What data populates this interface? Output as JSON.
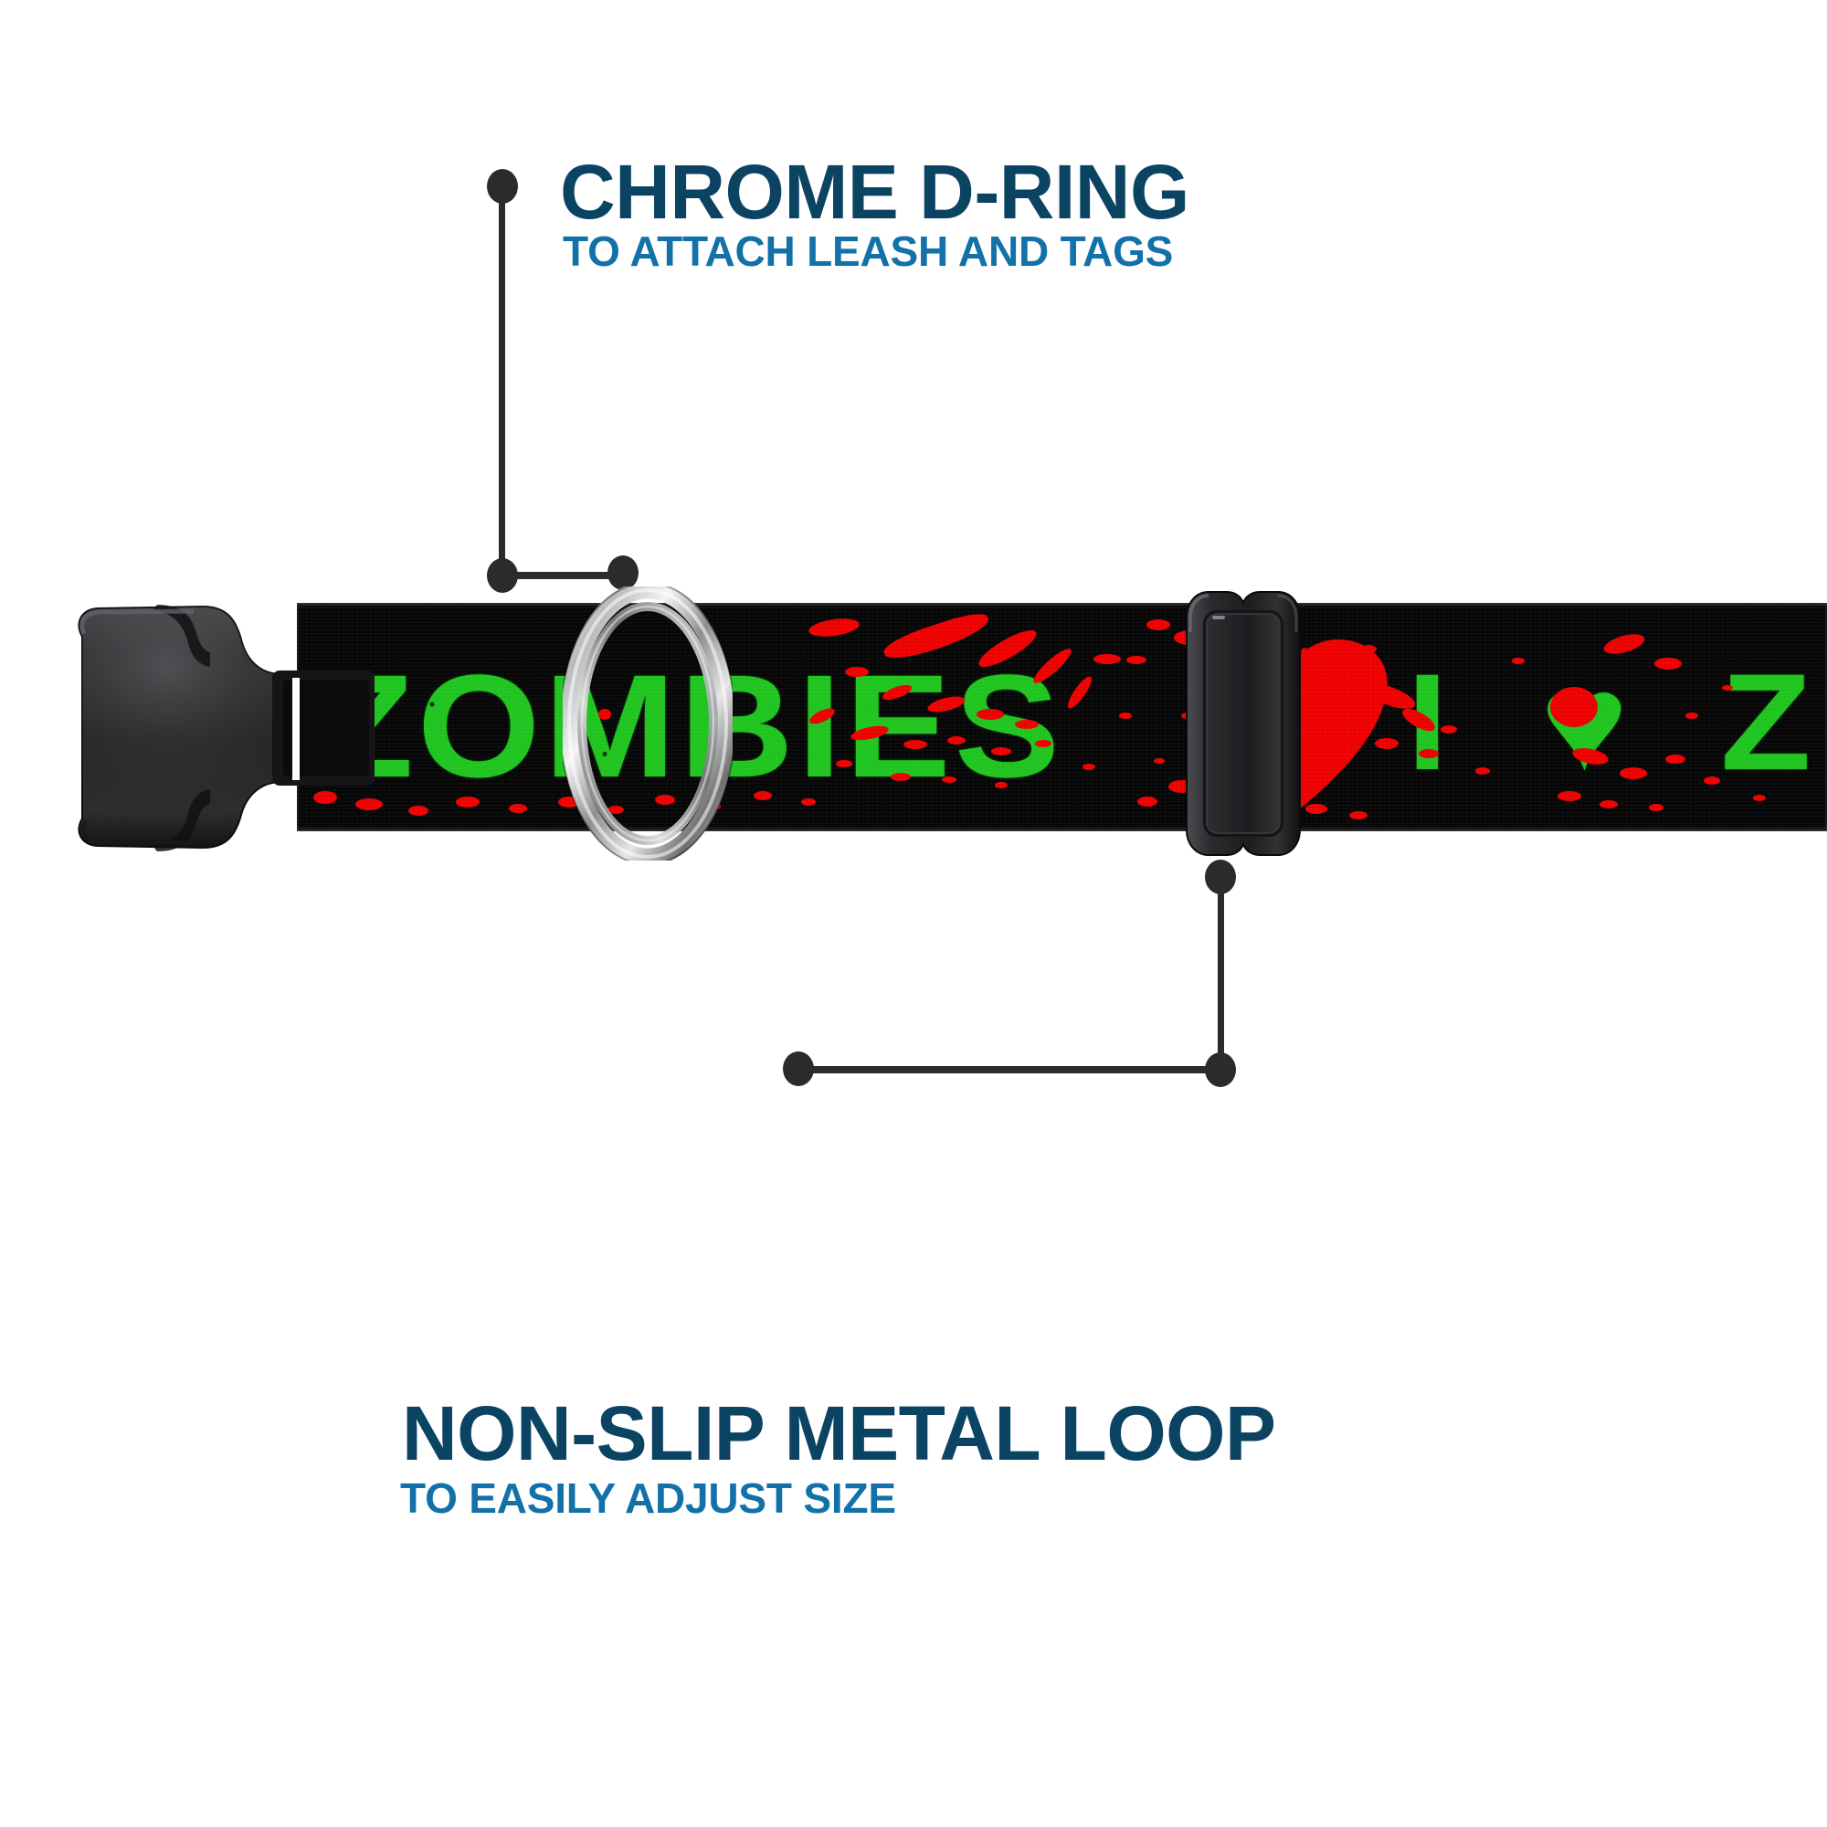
{
  "page": {
    "background_color": "#ffffff",
    "product": "adjustable dog collar"
  },
  "callouts": [
    {
      "id": "chrome-d-ring",
      "title": "CHROME D-RING",
      "subtitle": "TO ATTACH LEASH AND TAGS",
      "title_color": "#0b4363",
      "subtitle_color": "#1171a8",
      "leader_color": "#2b2b2b",
      "position": "top"
    },
    {
      "id": "non-slip-metal-loop",
      "title": "NON-SLIP METAL LOOP",
      "subtitle": "TO EASILY ADJUST SIZE",
      "title_color": "#0b4363",
      "subtitle_color": "#1171a8",
      "leader_color": "#2b2b2b",
      "position": "bottom"
    }
  ],
  "collar": {
    "webbing_color": "#060606",
    "print_text_1": "ZOMBIES",
    "print_text_2": "I ♥ Z",
    "print_text_color": "#1fc41f",
    "blood_color": "#ee0000",
    "heart_color": "#ee0000",
    "buckle": {
      "name": "side-release-buckle",
      "color": "#2c2c2e"
    },
    "d_ring": {
      "name": "chrome-d-ring",
      "color": "#c9c9c9"
    },
    "adjust_loop": {
      "name": "non-slip-metal-loop",
      "color": "#2a2a2c"
    }
  }
}
